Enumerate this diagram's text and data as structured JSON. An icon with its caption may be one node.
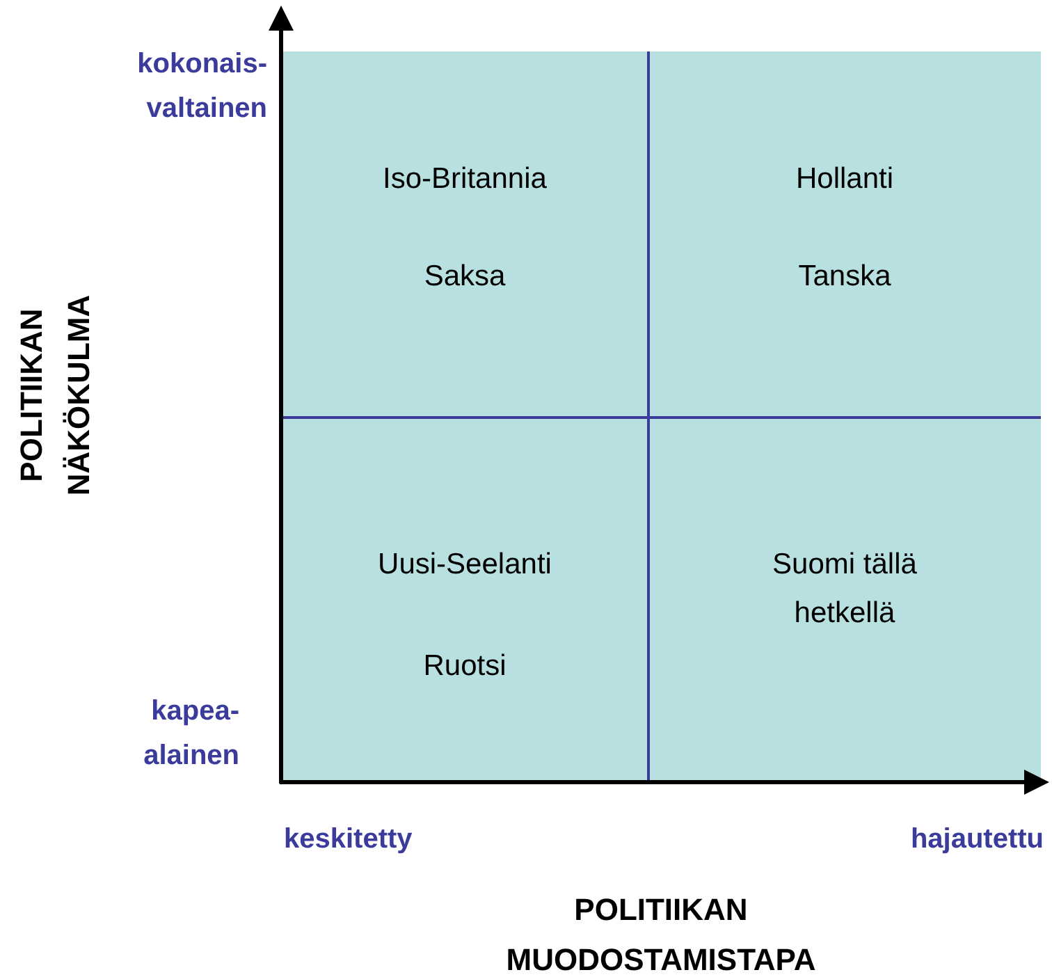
{
  "diagram": {
    "nodes": [
      {
        "text": [
          "Iso-Britannia",
          "Saksa"
        ]
      },
      {
        "text": [
          "Hollanti",
          "Tanska"
        ]
      },
      {
        "text": [
          "Uusi-Seelanti",
          "Ruotsi"
        ]
      },
      {
        "text": [
          "Suomi tällä hetkellä"
        ]
      }
    ],
    "labels": [
      "kokonais- valtainen",
      "kapea- alainen",
      "keskitetty",
      "hajautettu",
      "POLITIIKAN NÄKÖKULMA",
      "POLITIIKAN MUODOSTAMISTAPA"
    ]
  }
}
